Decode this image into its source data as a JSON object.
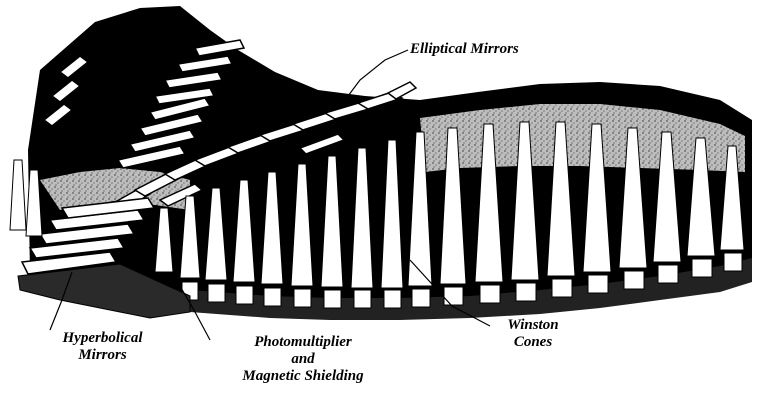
{
  "diagram": {
    "labels": {
      "elliptical_mirrors": "Elliptical Mirrors",
      "hyperbolical_mirrors": [
        "Hyperbolical",
        "Mirrors"
      ],
      "photomultiplier": [
        "Photomultiplier",
        "and",
        "Magnetic Shielding"
      ],
      "winston_cones": [
        "Winston",
        "Cones"
      ]
    },
    "counts": {
      "winston_cone_columns": 19,
      "elliptical_mirror_tiles": 12,
      "hyperbolical_mirror_tiles": 5
    }
  }
}
